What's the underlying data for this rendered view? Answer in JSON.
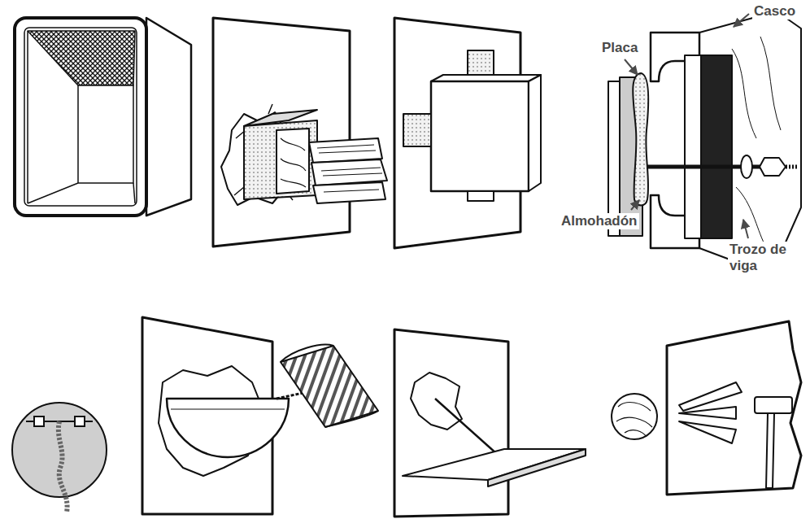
{
  "diagram": {
    "labels": [
      "Casco",
      "Placa",
      "Almohadón",
      "Trozo de viga"
    ]
  }
}
